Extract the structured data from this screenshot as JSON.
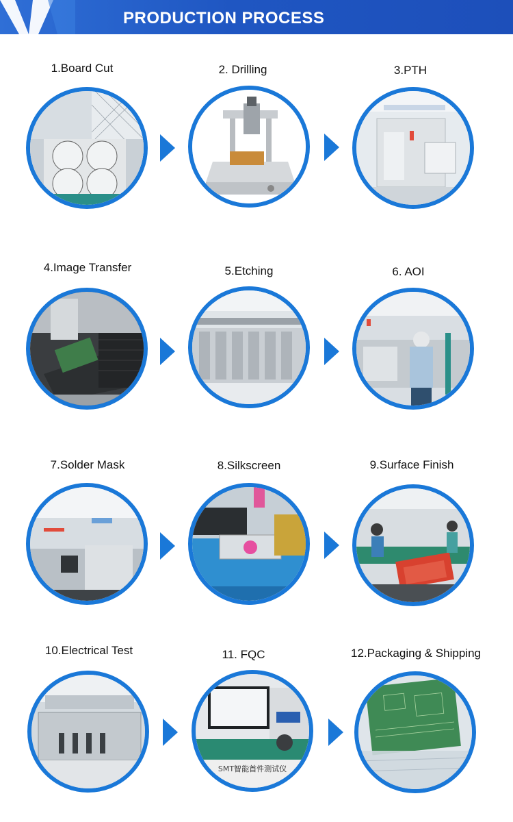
{
  "header": {
    "title": "PRODUCTION PROCESS",
    "accent_color": "#1f56c2",
    "logo_icon": "v-shape-logo"
  },
  "steps": [
    {
      "label": "1.Board Cut",
      "photo": "board-cut-photo"
    },
    {
      "label": "2. Drilling",
      "photo": "drilling-machine-photo"
    },
    {
      "label": "3.PTH",
      "photo": "pth-line-photo"
    },
    {
      "label": "4.Image Transfer",
      "photo": "image-transfer-photo"
    },
    {
      "label": "5.Etching",
      "photo": "etching-line-photo"
    },
    {
      "label": "6. AOI",
      "photo": "aoi-inspection-photo"
    },
    {
      "label": "7.Solder Mask",
      "photo": "solder-mask-photo"
    },
    {
      "label": "8.Silkscreen",
      "photo": "silkscreen-photo"
    },
    {
      "label": "9.Surface Finish",
      "photo": "surface-finish-photo"
    },
    {
      "label": "10.Electrical Test",
      "photo": "electrical-test-photo"
    },
    {
      "label": "11. FQC",
      "photo": "fqc-station-photo"
    },
    {
      "label": "12.Packaging & Shipping",
      "photo": "packaging-photo"
    }
  ],
  "fqc_machine_text": "SMT智能首件测试仪",
  "circle_border_color": "#1a78d8",
  "arrow_color": "#1a78d8"
}
